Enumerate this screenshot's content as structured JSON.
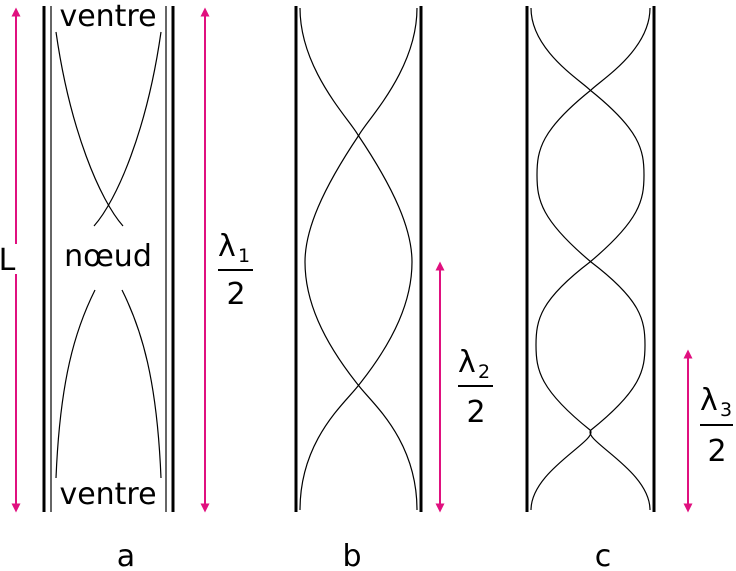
{
  "colors": {
    "arrow": "#e0107f",
    "ink": "#000000",
    "background": "#ffffff"
  },
  "labels": {
    "length": "L",
    "antinode_top": "ventre",
    "node": "nœud",
    "antinode_bottom": "ventre"
  },
  "panels": [
    {
      "id": "a",
      "caption": "a",
      "fraction": {
        "symbol": "λ",
        "index": "1",
        "denominator": "2"
      }
    },
    {
      "id": "b",
      "caption": "b",
      "fraction": {
        "symbol": "λ",
        "index": "2",
        "denominator": "2"
      }
    },
    {
      "id": "c",
      "caption": "c",
      "fraction": {
        "symbol": "λ",
        "index": "3",
        "denominator": "2"
      }
    }
  ]
}
